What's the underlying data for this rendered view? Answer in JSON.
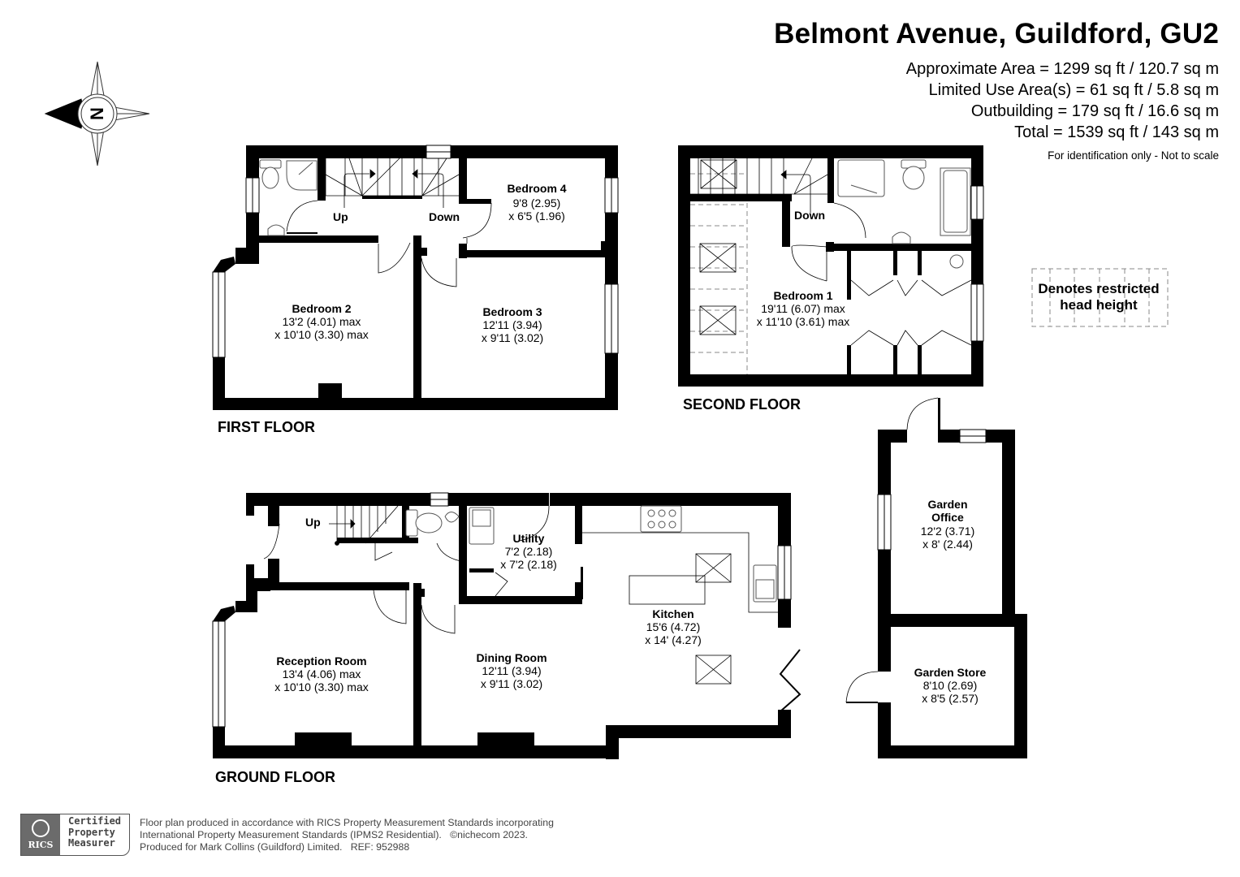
{
  "header": {
    "title": "Belmont Avenue, Guildford, GU2",
    "areas": [
      "Approximate Area = 1299 sq ft / 120.7 sq m",
      "Limited Use Area(s) = 61 sq ft / 5.8 sq m",
      "Outbuilding = 179 sq ft / 16.6 sq m",
      "Total = 1539 sq ft / 143 sq m"
    ],
    "note": "For identification only - Not to scale"
  },
  "compass": {
    "icon": "compass-north-arrow-icon",
    "letter": "N",
    "direction": "west"
  },
  "legend": {
    "line1": "Denotes restricted",
    "line2": "head height"
  },
  "floors": {
    "first": {
      "label": "FIRST FLOOR",
      "stairs": {
        "up": "Up",
        "down": "Down"
      },
      "rooms": [
        {
          "name": "Bedroom 4",
          "dim1": "9'8 (2.95)",
          "dim2": "x 6'5 (1.96)"
        },
        {
          "name": "Bedroom 2",
          "dim1": "13'2 (4.01) max",
          "dim2": "x 10'10 (3.30) max"
        },
        {
          "name": "Bedroom 3",
          "dim1": "12'11 (3.94)",
          "dim2": "x 9'11 (3.02)"
        }
      ]
    },
    "second": {
      "label": "SECOND FLOOR",
      "stairs": {
        "down": "Down"
      },
      "rooms": [
        {
          "name": "Bedroom 1",
          "dim1": "19'11 (6.07) max",
          "dim2": "x 11'10 (3.61) max"
        }
      ]
    },
    "ground": {
      "label": "GROUND FLOOR",
      "stairs": {
        "up": "Up"
      },
      "rooms": [
        {
          "name": "Utility",
          "dim1": "7'2 (2.18)",
          "dim2": "x 7'2 (2.18)"
        },
        {
          "name": "Kitchen",
          "dim1": "15'6 (4.72)",
          "dim2": "x 14' (4.27)"
        },
        {
          "name": "Reception Room",
          "dim1": "13'4 (4.06) max",
          "dim2": "x 10'10 (3.30) max"
        },
        {
          "name": "Dining Room",
          "dim1": "12'11 (3.94)",
          "dim2": "x 9'11 (3.02)"
        }
      ]
    },
    "outbuilding": {
      "rooms": [
        {
          "name": "Garden",
          "name2": "Office",
          "dim1": "12'2 (3.71)",
          "dim2": "x 8' (2.44)"
        },
        {
          "name": "Garden Store",
          "dim1": "8'10 (2.69)",
          "dim2": "x 8'5 (2.57)"
        }
      ]
    }
  },
  "footer": {
    "badge": {
      "logo": "RICS",
      "line1": "Certified",
      "line2": "Property",
      "line3": "Measurer"
    },
    "lines": [
      "Floor plan produced in accordance with RICS Property Measurement Standards incorporating",
      "International Property Measurement Standards (IPMS2 Residential).   ©nichecom 2023.",
      "Produced for Mark Collins (Guildford) Limited.   REF: 952988"
    ]
  }
}
